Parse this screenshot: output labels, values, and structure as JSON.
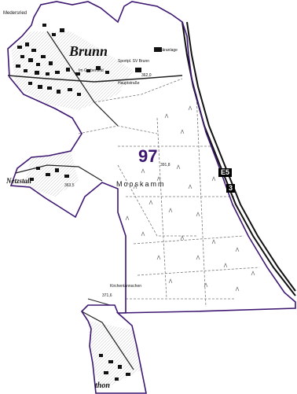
{
  "map": {
    "district_number": "97",
    "district_elevation": "391,8",
    "forest_name": "Mooskamm",
    "places": {
      "brunn": "Brunn",
      "netzstall": "Netzstall",
      "bottom_town": "thon",
      "medersried": "Medersried"
    },
    "elevations": {
      "e_362": "362,0",
      "e_363": "363,5",
      "e_371": "371,6"
    },
    "small_labels": {
      "sv_brunn": "Sportpl. SV Brunn",
      "kirche": "Kläranlage",
      "grubenwald": "Im Grubenfeld",
      "hauptstrasse": "Hauptstraße",
      "kirchentein": "Kirchentannschen"
    },
    "road_shields": {
      "e": "E5",
      "a": "3"
    },
    "colors": {
      "boundary": "#3c1670",
      "district_text": "#3c1670",
      "roads": "#222222",
      "buildings": "#111111",
      "paths": "#777777"
    }
  }
}
